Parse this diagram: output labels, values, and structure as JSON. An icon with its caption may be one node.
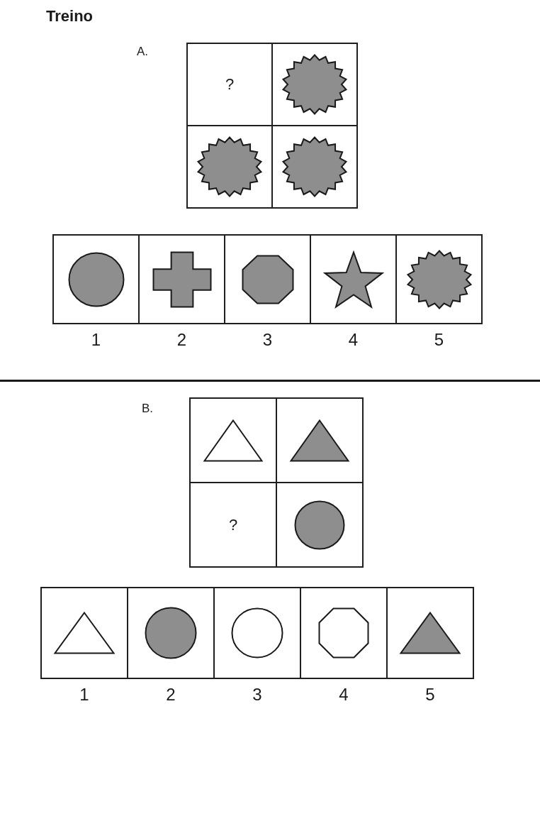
{
  "diagram": {
    "title": "Treino",
    "nodes": [
      {
        "text": [
          "A."
        ]
      },
      {
        "text": [
          "?"
        ],
        "in": 0
      },
      {
        "text": [],
        "shape": "box",
        "in": 0
      },
      {
        "text": [],
        "shape": "starburst",
        "in": 2
      },
      {
        "text": [],
        "shape": "box",
        "in": 0
      },
      {
        "text": [],
        "shape": "starburst",
        "in": 4
      },
      {
        "text": [],
        "shape": "box",
        "in": 0
      },
      {
        "text": [],
        "shape": "starburst",
        "in": 6
      },
      {
        "text": [],
        "shape": "box",
        "beside": [
          "1"
        ]
      },
      {
        "text": [],
        "shape": "circle",
        "in": 8
      },
      {
        "text": [],
        "shape": "box",
        "beside": [
          "2"
        ]
      },
      {
        "text": [],
        "shape": "cross",
        "in": 10
      },
      {
        "text": [],
        "shape": "box",
        "beside": [
          "3"
        ]
      },
      {
        "text": [],
        "shape": "octagon",
        "in": 12
      },
      {
        "text": [],
        "shape": "box",
        "beside": [
          "4"
        ]
      },
      {
        "text": [],
        "shape": "star",
        "in": 14
      },
      {
        "text": [],
        "shape": "box",
        "beside": [
          "5"
        ]
      },
      {
        "text": [],
        "shape": "starburst",
        "in": 16
      },
      {
        "text": [
          "B."
        ]
      },
      {
        "text": [],
        "shape": "box",
        "in": 18
      },
      {
        "text": [],
        "shape": "triangle",
        "in": 19
      },
      {
        "text": [],
        "shape": "box",
        "in": 18
      },
      {
        "text": [],
        "shape": "triangle",
        "in": 21
      },
      {
        "text": [
          "?"
        ],
        "in": 18
      },
      {
        "text": [],
        "shape": "box",
        "in": 18
      },
      {
        "text": [],
        "shape": "circle",
        "in": 24
      },
      {
        "text": [],
        "shape": "box",
        "beside": [
          "1"
        ]
      },
      {
        "text": [],
        "shape": "triangle",
        "in": 26
      },
      {
        "text": [],
        "shape": "box",
        "beside": [
          "2"
        ]
      },
      {
        "text": [],
        "shape": "circle",
        "in": 28
      },
      {
        "text": [],
        "shape": "box",
        "beside": [
          "3"
        ]
      },
      {
        "text": [],
        "shape": "circle",
        "in": 30
      },
      {
        "text": [],
        "shape": "box",
        "beside": [
          "4"
        ]
      },
      {
        "text": [],
        "shape": "octagon",
        "in": 32
      },
      {
        "text": [],
        "shape": "box",
        "beside": [
          "5"
        ]
      },
      {
        "text": [],
        "shape": "triangle",
        "in": 34
      }
    ]
  }
}
